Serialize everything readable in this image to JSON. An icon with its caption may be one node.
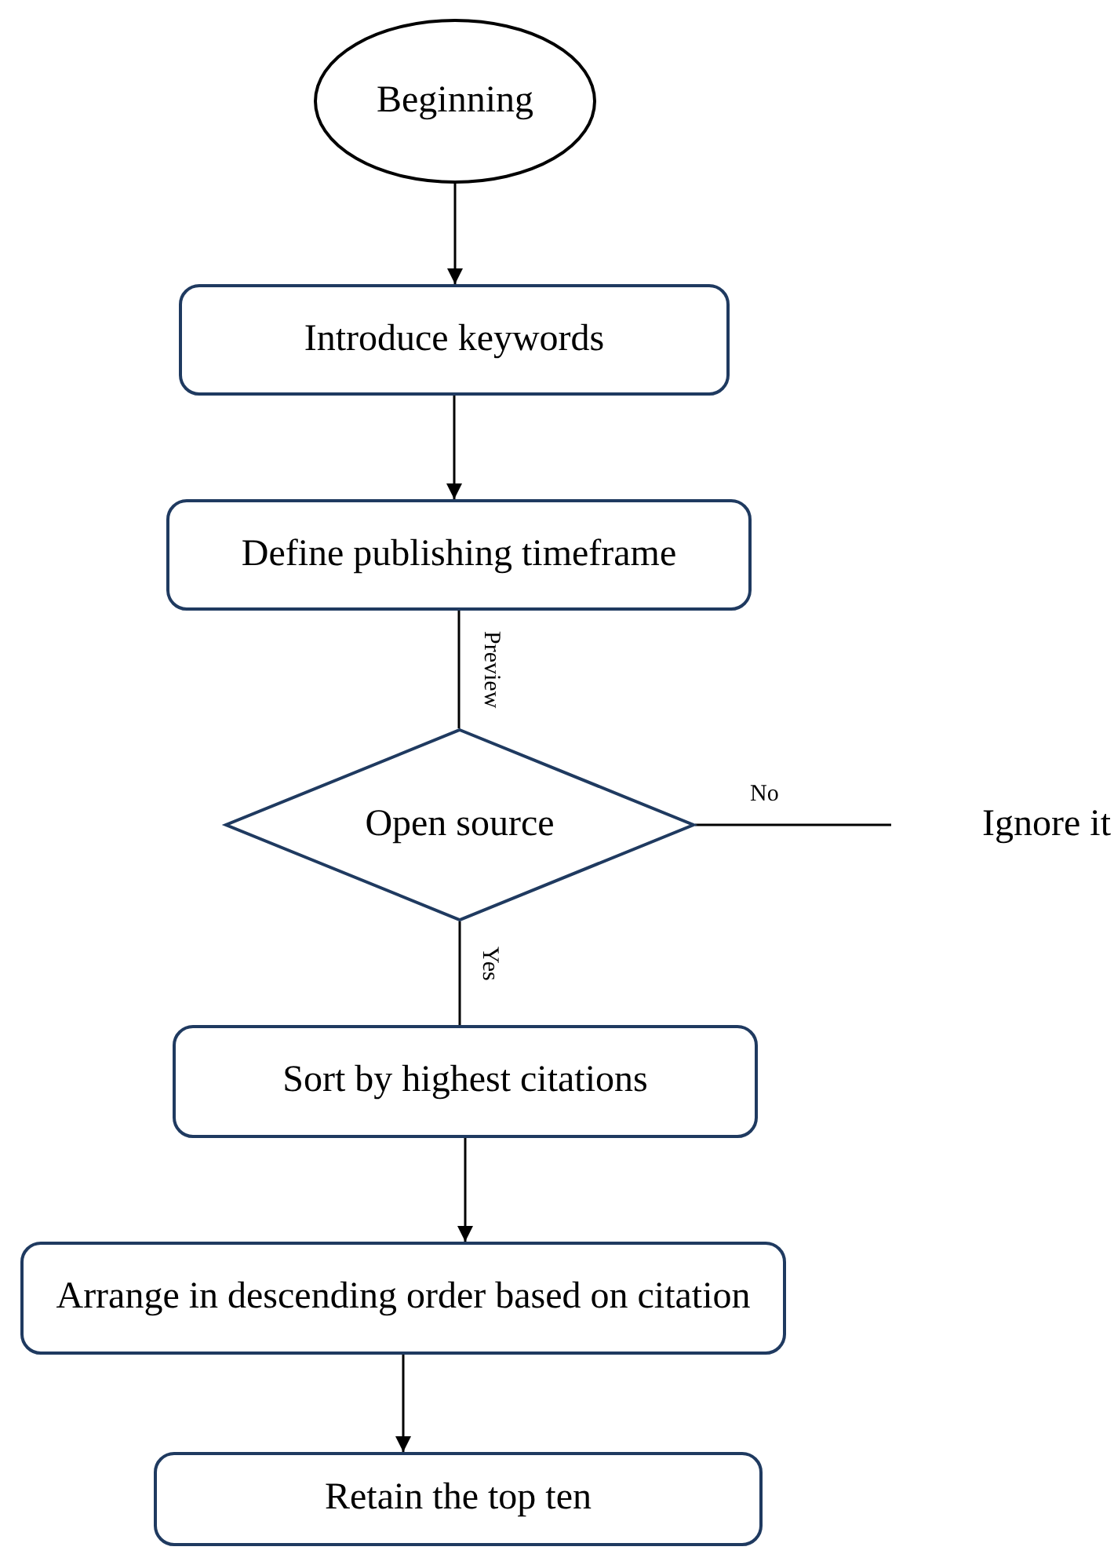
{
  "diagram": {
    "nodes": [
      {
        "text": [
          "Beginning"
        ]
      },
      {
        "text": [
          "Introduce keywords"
        ]
      },
      {
        "text": [
          "Define publishing timeframe"
        ]
      },
      {
        "text": [
          "Open source"
        ]
      },
      {
        "text": [
          "Ignore it"
        ]
      },
      {
        "text": [
          "Sort by highest citations"
        ]
      },
      {
        "text": [
          "Arrange in descending order based on citation"
        ]
      },
      {
        "text": [
          "Retain the top ten"
        ]
      }
    ],
    "edges": [
      {
        "from": 0,
        "to": 1,
        "arrow": "to"
      },
      {
        "from": 1,
        "to": 2,
        "arrow": "to"
      },
      {
        "from": 2,
        "to": 3,
        "arrow": "none",
        "label": "Preview"
      },
      {
        "from": 3,
        "to": 4,
        "arrow": "none",
        "label": "No"
      },
      {
        "from": 3,
        "to": 5,
        "arrow": "none",
        "label": "Yes"
      },
      {
        "from": 5,
        "to": 6,
        "arrow": "to"
      },
      {
        "from": 6,
        "to": 7,
        "arrow": "to"
      }
    ]
  }
}
